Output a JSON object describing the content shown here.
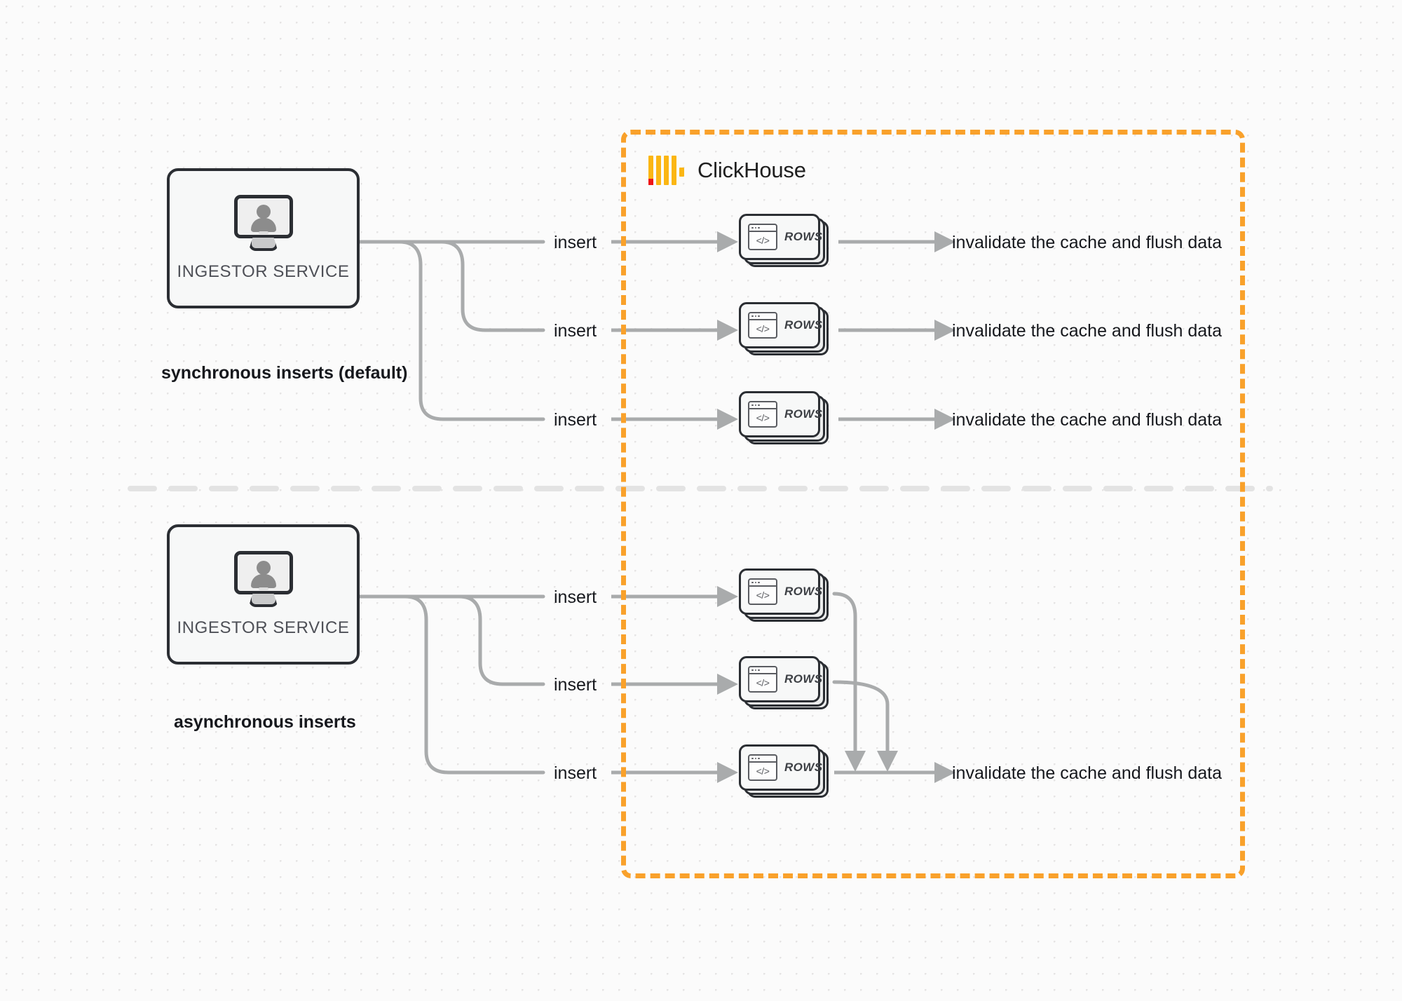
{
  "diagram": {
    "title": "ClickHouse synchronous vs asynchronous inserts",
    "background_color": "#fbfbfb",
    "accent_color": "#f9a12b",
    "line_color": "#a9abac",
    "text_color": "#16181d"
  },
  "boundary": {
    "name": "ClickHouse",
    "logo": {
      "bar_color": "#fbb613",
      "accent_color": "#ef1517",
      "bars": 4
    }
  },
  "sections": [
    {
      "id": "synchronous",
      "caption": "synchronous inserts (default)",
      "service": {
        "label": "INGESTOR SERVICE",
        "icon": "monitor-user-icon"
      },
      "flows": [
        {
          "insert_label": "insert",
          "card_label": "ROWS",
          "result_label": "invalidate the cache and flush data"
        },
        {
          "insert_label": "insert",
          "card_label": "ROWS",
          "result_label": "invalidate the cache and flush data"
        },
        {
          "insert_label": "insert",
          "card_label": "ROWS",
          "result_label": "invalidate the cache and flush data"
        }
      ]
    },
    {
      "id": "asynchronous",
      "caption": "asynchronous inserts",
      "service": {
        "label": "INGESTOR SERVICE",
        "icon": "monitor-user-icon"
      },
      "flows": [
        {
          "insert_label": "insert",
          "card_label": "ROWS"
        },
        {
          "insert_label": "insert",
          "card_label": "ROWS"
        },
        {
          "insert_label": "insert",
          "card_label": "ROWS"
        }
      ],
      "result_label": "invalidate the cache and flush data"
    }
  ]
}
